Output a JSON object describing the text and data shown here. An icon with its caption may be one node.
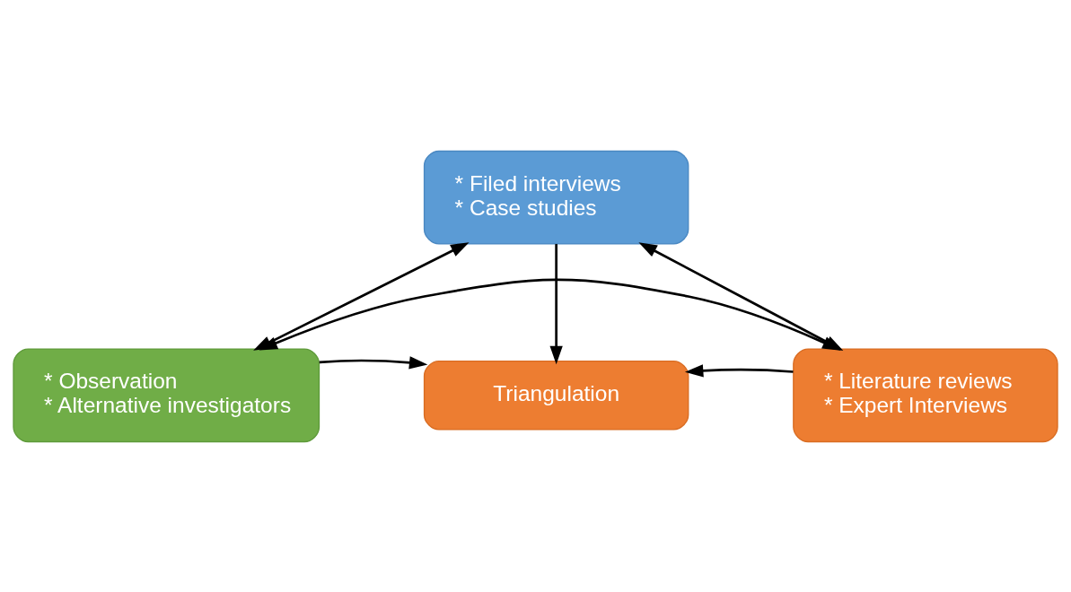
{
  "diagram": {
    "nodes": [
      {
        "text": [
          "* Filed interviews",
          "* Case studies"
        ]
      },
      {
        "text": [
          "* Observation",
          "* Alternative investigators"
        ]
      },
      {
        "text": [
          "Triangulation"
        ]
      },
      {
        "text": [
          "* Literature reviews",
          "* Expert Interviews"
        ]
      }
    ],
    "edges": [
      {
        "from": 0,
        "to": 2,
        "arrow": "to"
      },
      {
        "from": 1,
        "to": 2,
        "arrow": "to"
      },
      {
        "from": 3,
        "to": 2,
        "arrow": "to"
      },
      {
        "from": 0,
        "to": 1,
        "arrow": "both"
      },
      {
        "from": 0,
        "to": 3,
        "arrow": "both"
      },
      {
        "from": 1,
        "to": 3,
        "arrow": "both"
      }
    ]
  }
}
